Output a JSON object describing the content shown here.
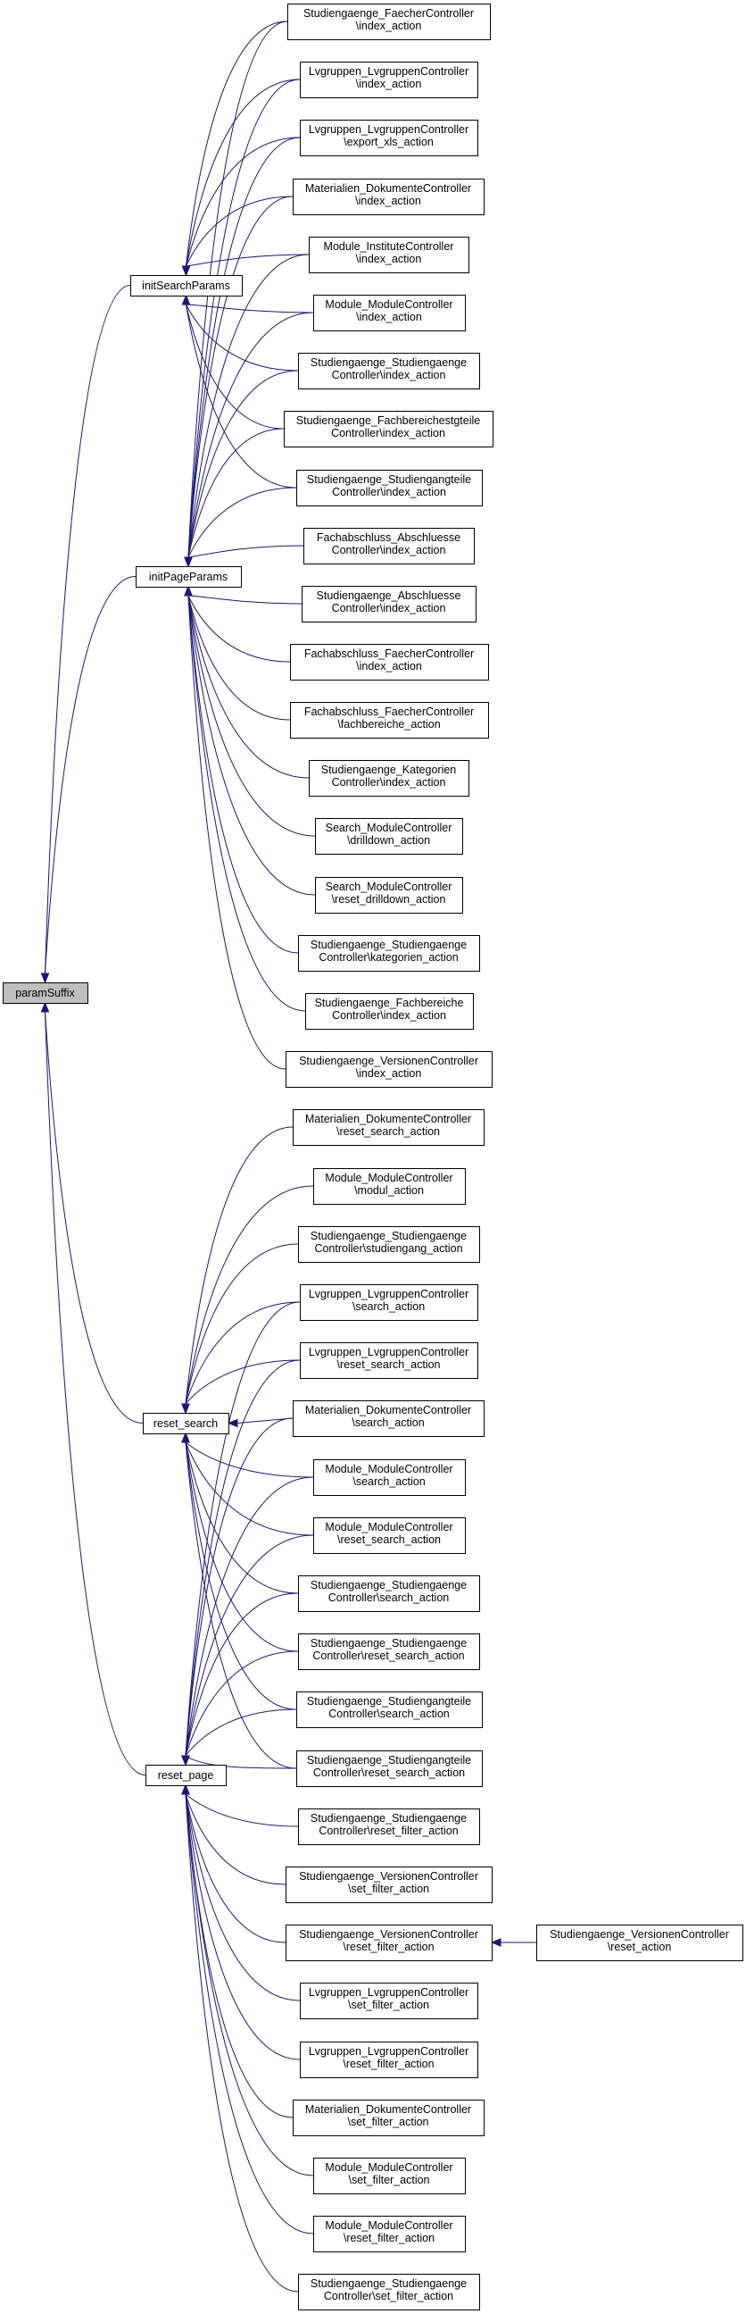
{
  "graph": {
    "edge_color": "#191970",
    "root_fill": "#bfbfbf",
    "nodes": [
      {
        "id": "paramSuffix",
        "lines": [
          "paramSuffix"
        ]
      },
      {
        "id": "initSearchParams",
        "lines": [
          "initSearchParams"
        ]
      },
      {
        "id": "initPageParams",
        "lines": [
          "initPageParams"
        ]
      },
      {
        "id": "reset_search",
        "lines": [
          "reset_search"
        ]
      },
      {
        "id": "reset_page",
        "lines": [
          "reset_page"
        ]
      },
      {
        "id": "sg_faecher_index",
        "lines": [
          "Studiengaenge_FaecherController",
          "\\index_action"
        ]
      },
      {
        "id": "lvg_index",
        "lines": [
          "Lvgruppen_LvgruppenController",
          "\\index_action"
        ]
      },
      {
        "id": "lvg_export",
        "lines": [
          "Lvgruppen_LvgruppenController",
          "\\export_xls_action"
        ]
      },
      {
        "id": "mat_index",
        "lines": [
          "Materialien_DokumenteController",
          "\\index_action"
        ]
      },
      {
        "id": "mod_inst_index",
        "lines": [
          "Module_InstituteController",
          "\\index_action"
        ]
      },
      {
        "id": "mod_mod_index",
        "lines": [
          "Module_ModuleController",
          "\\index_action"
        ]
      },
      {
        "id": "sg_sg_index",
        "lines": [
          "Studiengaenge_Studiengaenge",
          "Controller\\index_action"
        ]
      },
      {
        "id": "sg_fbt_index",
        "lines": [
          "Studiengaenge_Fachbereichestgteile",
          "Controller\\index_action"
        ]
      },
      {
        "id": "sg_sgt_index",
        "lines": [
          "Studiengaenge_Studiengangteile",
          "Controller\\index_action"
        ]
      },
      {
        "id": "fa_abs_index",
        "lines": [
          "Fachabschluss_Abschluesse",
          "Controller\\index_action"
        ]
      },
      {
        "id": "sg_abs_index",
        "lines": [
          "Studiengaenge_Abschluesse",
          "Controller\\index_action"
        ]
      },
      {
        "id": "fa_faecher_index",
        "lines": [
          "Fachabschluss_FaecherController",
          "\\index_action"
        ]
      },
      {
        "id": "fa_faecher_fb",
        "lines": [
          "Fachabschluss_FaecherController",
          "\\fachbereiche_action"
        ]
      },
      {
        "id": "sg_kat_index",
        "lines": [
          "Studiengaenge_Kategorien",
          "Controller\\index_action"
        ]
      },
      {
        "id": "search_drill",
        "lines": [
          "Search_ModuleController",
          "\\drilldown_action"
        ]
      },
      {
        "id": "search_reset_drill",
        "lines": [
          "Search_ModuleController",
          "\\reset_drilldown_action"
        ]
      },
      {
        "id": "sg_sg_kat",
        "lines": [
          "Studiengaenge_Studiengaenge",
          "Controller\\kategorien_action"
        ]
      },
      {
        "id": "sg_fb_index",
        "lines": [
          "Studiengaenge_Fachbereiche",
          "Controller\\index_action"
        ]
      },
      {
        "id": "sg_ver_index",
        "lines": [
          "Studiengaenge_VersionenController",
          "\\index_action"
        ]
      },
      {
        "id": "mat_reset_search",
        "lines": [
          "Materialien_DokumenteController",
          "\\reset_search_action"
        ]
      },
      {
        "id": "mod_mod_modul",
        "lines": [
          "Module_ModuleController",
          "\\modul_action"
        ]
      },
      {
        "id": "sg_sg_studiengang",
        "lines": [
          "Studiengaenge_Studiengaenge",
          "Controller\\studiengang_action"
        ]
      },
      {
        "id": "lvg_search",
        "lines": [
          "Lvgruppen_LvgruppenController",
          "\\search_action"
        ]
      },
      {
        "id": "lvg_reset_search",
        "lines": [
          "Lvgruppen_LvgruppenController",
          "\\reset_search_action"
        ]
      },
      {
        "id": "mat_search",
        "lines": [
          "Materialien_DokumenteController",
          "\\search_action"
        ]
      },
      {
        "id": "mod_mod_search",
        "lines": [
          "Module_ModuleController",
          "\\search_action"
        ]
      },
      {
        "id": "mod_mod_reset_search",
        "lines": [
          "Module_ModuleController",
          "\\reset_search_action"
        ]
      },
      {
        "id": "sg_sg_search",
        "lines": [
          "Studiengaenge_Studiengaenge",
          "Controller\\search_action"
        ]
      },
      {
        "id": "sg_sg_reset_search",
        "lines": [
          "Studiengaenge_Studiengaenge",
          "Controller\\reset_search_action"
        ]
      },
      {
        "id": "sg_sgt_search",
        "lines": [
          "Studiengaenge_Studiengangteile",
          "Controller\\search_action"
        ]
      },
      {
        "id": "sg_sgt_reset_search",
        "lines": [
          "Studiengaenge_Studiengangteile",
          "Controller\\reset_search_action"
        ]
      },
      {
        "id": "sg_sg_reset_filter",
        "lines": [
          "Studiengaenge_Studiengaenge",
          "Controller\\reset_filter_action"
        ]
      },
      {
        "id": "sg_ver_set_filter",
        "lines": [
          "Studiengaenge_VersionenController",
          "\\set_filter_action"
        ]
      },
      {
        "id": "sg_ver_reset_filter",
        "lines": [
          "Studiengaenge_VersionenController",
          "\\reset_filter_action"
        ]
      },
      {
        "id": "sg_ver_reset",
        "lines": [
          "Studiengaenge_VersionenController",
          "\\reset_action"
        ]
      },
      {
        "id": "lvg_set_filter",
        "lines": [
          "Lvgruppen_LvgruppenController",
          "\\set_filter_action"
        ]
      },
      {
        "id": "lvg_reset_filter",
        "lines": [
          "Lvgruppen_LvgruppenController",
          "\\reset_filter_action"
        ]
      },
      {
        "id": "mat_set_filter",
        "lines": [
          "Materialien_DokumenteController",
          "\\set_filter_action"
        ]
      },
      {
        "id": "mod_mod_set_filter",
        "lines": [
          "Module_ModuleController",
          "\\set_filter_action"
        ]
      },
      {
        "id": "mod_mod_reset_filter",
        "lines": [
          "Module_ModuleController",
          "\\reset_filter_action"
        ]
      },
      {
        "id": "sg_sg_set_filter",
        "lines": [
          "Studiengaenge_Studiengaenge",
          "Controller\\set_filter_action"
        ]
      }
    ],
    "edges": [
      [
        "initSearchParams",
        "paramSuffix"
      ],
      [
        "initPageParams",
        "paramSuffix"
      ],
      [
        "reset_search",
        "paramSuffix"
      ],
      [
        "reset_page",
        "paramSuffix"
      ],
      [
        "sg_faecher_index",
        "initSearchParams"
      ],
      [
        "lvg_index",
        "initSearchParams"
      ],
      [
        "lvg_export",
        "initSearchParams"
      ],
      [
        "mat_index",
        "initSearchParams"
      ],
      [
        "mod_inst_index",
        "initSearchParams"
      ],
      [
        "mod_mod_index",
        "initSearchParams"
      ],
      [
        "sg_sg_index",
        "initSearchParams"
      ],
      [
        "sg_fbt_index",
        "initSearchParams"
      ],
      [
        "sg_sgt_index",
        "initSearchParams"
      ],
      [
        "sg_faecher_index",
        "initPageParams"
      ],
      [
        "lvg_index",
        "initPageParams"
      ],
      [
        "lvg_export",
        "initPageParams"
      ],
      [
        "mat_index",
        "initPageParams"
      ],
      [
        "mod_inst_index",
        "initPageParams"
      ],
      [
        "mod_mod_index",
        "initPageParams"
      ],
      [
        "sg_sg_index",
        "initPageParams"
      ],
      [
        "sg_fbt_index",
        "initPageParams"
      ],
      [
        "sg_sgt_index",
        "initPageParams"
      ],
      [
        "fa_abs_index",
        "initPageParams"
      ],
      [
        "sg_abs_index",
        "initPageParams"
      ],
      [
        "fa_faecher_index",
        "initPageParams"
      ],
      [
        "fa_faecher_fb",
        "initPageParams"
      ],
      [
        "sg_kat_index",
        "initPageParams"
      ],
      [
        "search_drill",
        "initPageParams"
      ],
      [
        "search_reset_drill",
        "initPageParams"
      ],
      [
        "sg_sg_kat",
        "initPageParams"
      ],
      [
        "sg_fb_index",
        "initPageParams"
      ],
      [
        "sg_ver_index",
        "initPageParams"
      ],
      [
        "mat_reset_search",
        "reset_search"
      ],
      [
        "mod_mod_modul",
        "reset_search"
      ],
      [
        "sg_sg_studiengang",
        "reset_search"
      ],
      [
        "lvg_search",
        "reset_search"
      ],
      [
        "lvg_reset_search",
        "reset_search"
      ],
      [
        "mat_search",
        "reset_search"
      ],
      [
        "mod_mod_search",
        "reset_search"
      ],
      [
        "mod_mod_reset_search",
        "reset_search"
      ],
      [
        "sg_sg_search",
        "reset_search"
      ],
      [
        "sg_sg_reset_search",
        "reset_search"
      ],
      [
        "sg_sgt_search",
        "reset_search"
      ],
      [
        "sg_sgt_reset_search",
        "reset_search"
      ],
      [
        "lvg_search",
        "reset_page"
      ],
      [
        "lvg_reset_search",
        "reset_page"
      ],
      [
        "mat_search",
        "reset_page"
      ],
      [
        "mod_mod_search",
        "reset_page"
      ],
      [
        "mod_mod_reset_search",
        "reset_page"
      ],
      [
        "sg_sg_search",
        "reset_page"
      ],
      [
        "sg_sg_reset_search",
        "reset_page"
      ],
      [
        "sg_sgt_search",
        "reset_page"
      ],
      [
        "sg_sgt_reset_search",
        "reset_page"
      ],
      [
        "sg_sg_reset_filter",
        "reset_page"
      ],
      [
        "sg_ver_set_filter",
        "reset_page"
      ],
      [
        "sg_ver_reset_filter",
        "reset_page"
      ],
      [
        "lvg_set_filter",
        "reset_page"
      ],
      [
        "lvg_reset_filter",
        "reset_page"
      ],
      [
        "mat_set_filter",
        "reset_page"
      ],
      [
        "mod_mod_set_filter",
        "reset_page"
      ],
      [
        "mod_mod_reset_filter",
        "reset_page"
      ],
      [
        "sg_sg_set_filter",
        "reset_page"
      ],
      [
        "sg_ver_reset",
        "sg_ver_reset_filter"
      ]
    ]
  }
}
